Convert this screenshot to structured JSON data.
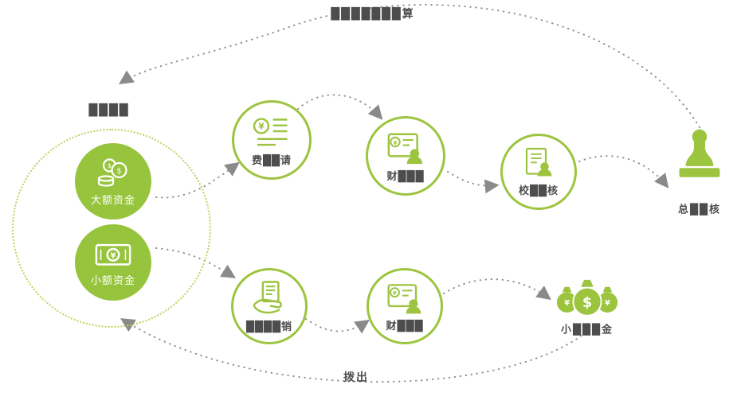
{
  "labels": {
    "top_arc": "███████算",
    "pool": "████",
    "large_fund": "大额资金",
    "small_fund": "小额资金",
    "expense_apply": "费██请",
    "finance_audit_top": "财███",
    "school_audit": "校██核",
    "gm_audit": "总██核",
    "petty_reimburse": "████销",
    "finance_audit_bottom": "财███",
    "petty_cash": "小███金",
    "allocate": "拨出"
  },
  "glyphs": {
    "dollar": "$",
    "yuan": "¥"
  },
  "colors": {
    "accent_green": "#9cc43e",
    "fill_green": "#97c43d",
    "dotted_ring_green": "#bcd45e",
    "arrow_gray": "#8a8a8a",
    "label_gray": "#4d4d4d",
    "white": "#ffffff"
  },
  "icons": {
    "large_fund": "coins-icon",
    "small_fund": "banknote-icon",
    "expense_apply": "expense-list-icon",
    "finance_audit": "audit-card-person-icon",
    "school_audit": "document-person-icon",
    "gm_audit": "stamp-icon",
    "petty_reimburse": "hand-receipt-icon",
    "petty_cash": "money-bags-icon"
  }
}
